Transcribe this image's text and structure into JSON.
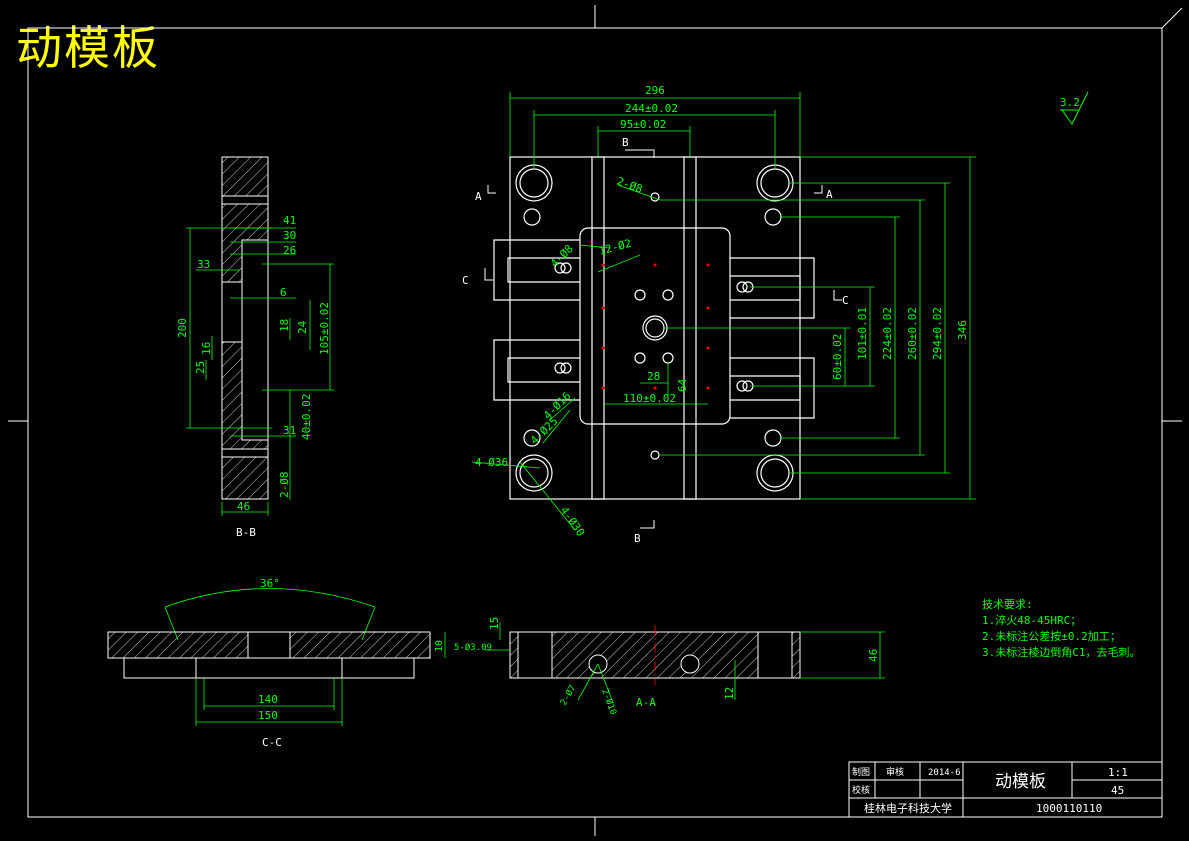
{
  "page_title": "动模板",
  "main_view": {
    "dims": {
      "width_overall": "296",
      "guide_spacing": "244±0.02",
      "inner_width": "95±0.02",
      "height_overall": "346",
      "dim_294": "294±0.02",
      "dim_260": "260±0.02",
      "dim_224": "224±0.02",
      "dim_101": "101±0.01",
      "dim_60": "60±0.02",
      "dim_110": "110±0.02",
      "dim_28": "28",
      "dim_64": "64",
      "hole_2_8": "2-Ø8",
      "hole_4_8": "4-Ø8",
      "hole_12_12": "12-Ø2",
      "hole_4_16": "4-Ø16",
      "hole_4_25": "4-Ø25",
      "hole_4_36": "4-Ø36",
      "hole_4_30": "4-Ø30"
    },
    "section_marks": {
      "a": "A",
      "b": "B",
      "c": "C"
    }
  },
  "section_bb": {
    "label": "B-B",
    "dims": [
      "41",
      "30",
      "26",
      "33",
      "6",
      "18",
      "24",
      "105±0.02",
      "200",
      "16",
      "25",
      "40±0.02",
      "31",
      "2-Ø8",
      "46"
    ]
  },
  "section_cc": {
    "label": "C-C",
    "dims": {
      "angle": "36°",
      "w140": "140",
      "w150": "150",
      "h10": "10"
    }
  },
  "section_aa": {
    "label": "A-A",
    "dims": {
      "d15": "15",
      "d5": "5-Ø3.09",
      "d46": "46",
      "d12": "12",
      "hole_8": "2-Ø7",
      "hole_10": "2-Ø10"
    }
  },
  "roughness": "3.2",
  "tech_requirements": {
    "heading": "技术要求:",
    "items": [
      "1.淬火48-45HRC；",
      "2.未标注公差按±0.2加工；",
      "3.未标注棱边倒角C1，去毛刺。"
    ]
  },
  "title_block": {
    "drawn_label": "制图",
    "checked_label": "校核",
    "drawn_name": "审核",
    "date": "2014-6",
    "part_name": "动模板",
    "scale": "1:1",
    "material": "45",
    "school": "桂林电子科技大学",
    "drawing_no": "1000110110"
  },
  "colors": {
    "outline": "#ffffff",
    "dimension": "#00ff00",
    "centerline": "#ff0000",
    "title": "#ffff00"
  }
}
